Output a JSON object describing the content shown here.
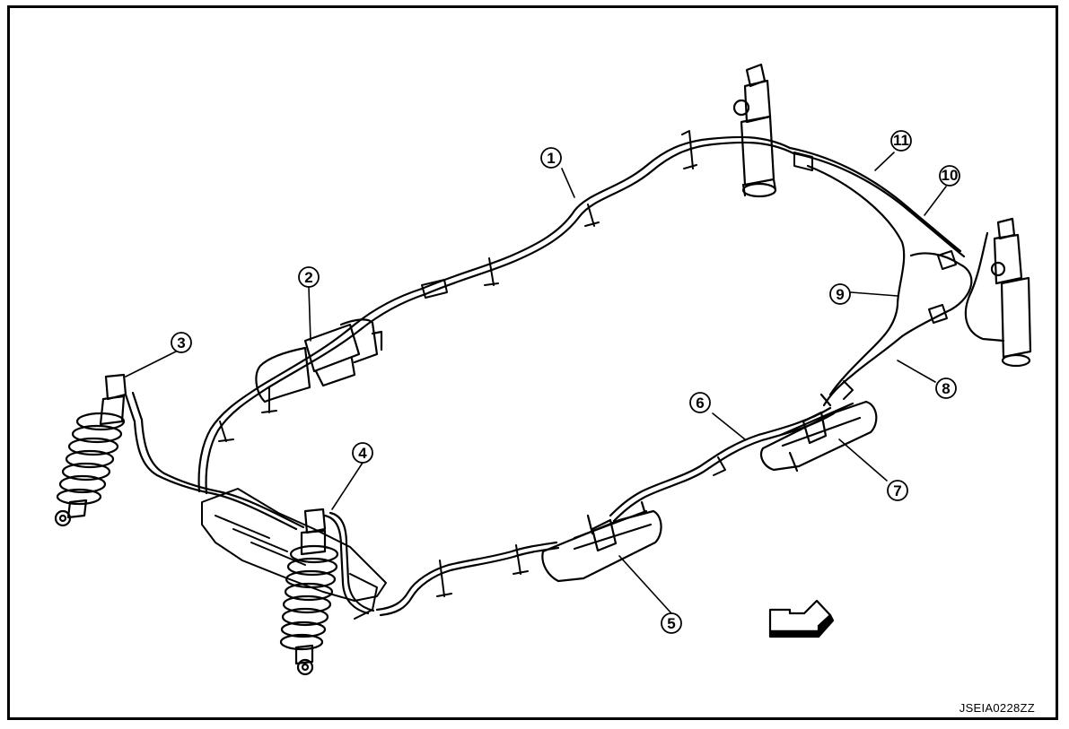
{
  "figure": {
    "code": "JSEIA0228ZZ",
    "colors": {
      "line": "#000000",
      "background": "#ffffff"
    }
  },
  "callouts": [
    {
      "id": "1",
      "label": "1"
    },
    {
      "id": "2",
      "label": "2"
    },
    {
      "id": "3",
      "label": "3"
    },
    {
      "id": "4",
      "label": "4"
    },
    {
      "id": "5",
      "label": "5"
    },
    {
      "id": "6",
      "label": "6"
    },
    {
      "id": "7",
      "label": "7"
    },
    {
      "id": "8",
      "label": "8"
    },
    {
      "id": "9",
      "label": "9"
    },
    {
      "id": "10",
      "label": "10"
    },
    {
      "id": "11",
      "label": "11"
    }
  ],
  "icons": {
    "direction": "front-arrow-icon"
  }
}
